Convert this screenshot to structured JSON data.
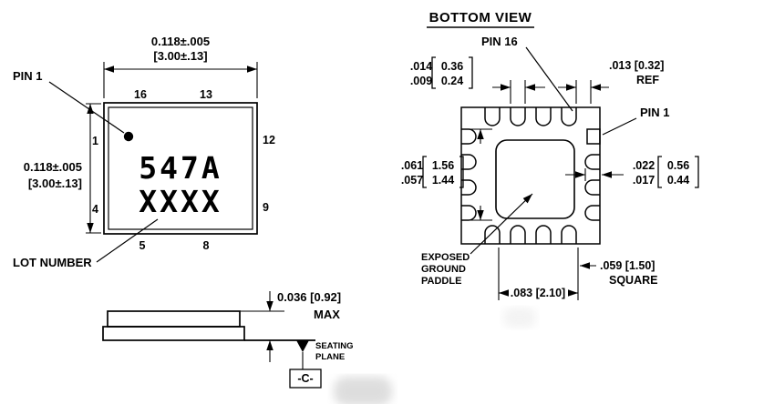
{
  "style": {
    "ink": "#000000",
    "background": "#ffffff",
    "smudge_color": "#bdbdbd"
  },
  "top_view": {
    "pin1_label": "PIN 1",
    "lot_number_label": "LOT NUMBER",
    "marking_line1": "547A",
    "marking_line2": "XXXX",
    "dim_width_in": "0.118±.005",
    "dim_width_mm": "[3.00±.13]",
    "dim_height_in": "0.118±.005",
    "dim_height_mm": "[3.00±.13]",
    "pin_numbers": {
      "top_left": "16",
      "top_right": "13",
      "left_upper": "1",
      "left_lower": "4",
      "right_upper": "12",
      "right_lower": "9",
      "bottom_left": "5",
      "bottom_right": "8"
    }
  },
  "side_view": {
    "height_dim": "0.036 [0.92]",
    "height_qualifier": "MAX",
    "seating_label_line1": "SEATING",
    "seating_label_line2": "PLANE",
    "datum_label": "-C-"
  },
  "bottom_view": {
    "title": "BOTTOM VIEW",
    "pin16_label": "PIN 16",
    "pin1_label": "PIN 1",
    "lead_width": {
      "in_max": ".014",
      "in_min": ".009",
      "mm_max": "0.36",
      "mm_min": "0.24"
    },
    "lead_gap": {
      "value": ".013 [0.32]",
      "qualifier": "REF"
    },
    "lead_span": {
      "in_max": ".061",
      "in_min": ".057",
      "mm_max": "1.56",
      "mm_min": "1.44"
    },
    "lead_length": {
      "in_max": ".022",
      "in_min": ".017",
      "mm_max": "0.56",
      "mm_min": "0.44"
    },
    "paddle_label_line1": "EXPOSED",
    "paddle_label_line2": "GROUND",
    "paddle_label_line3": "PADDLE",
    "paddle_dim": {
      "value": ".059 [1.50]",
      "qualifier": "SQUARE"
    },
    "paddle_width_dim": ".083 [2.10]"
  }
}
